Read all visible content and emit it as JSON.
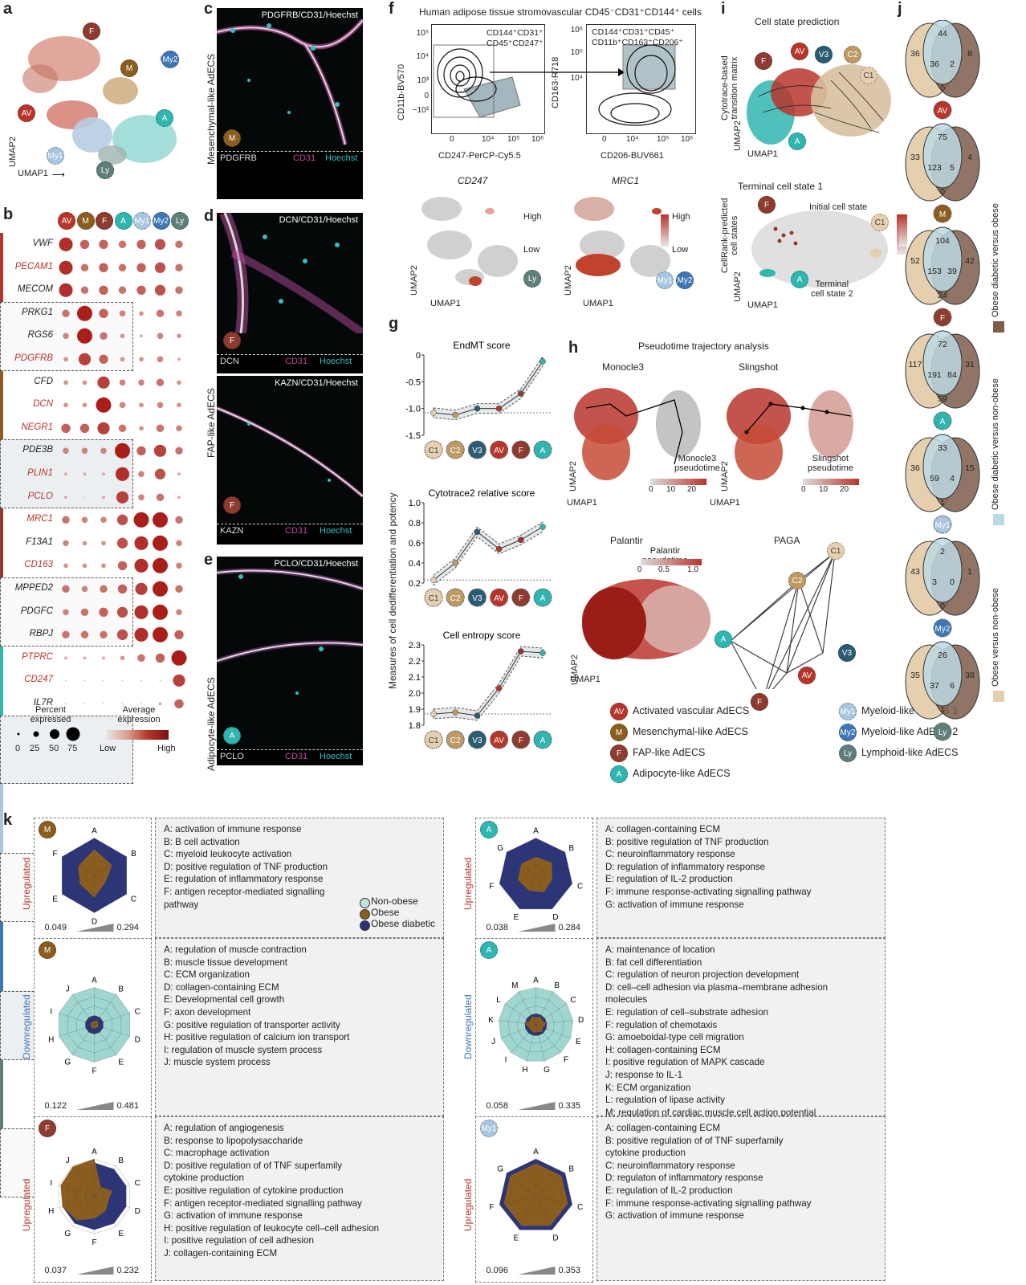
{
  "colors": {
    "AV": "#b8352b",
    "M": "#8b5e1f",
    "F": "#8e3b30",
    "A": "#2fb6b0",
    "My1": "#a8c6df",
    "My2": "#3f76b6",
    "Ly": "#5e7f7c",
    "C1": "#e5cfae",
    "C2": "#bf9a64",
    "V3": "#2c5c74"
  },
  "panel_labels": [
    "a",
    "b",
    "c",
    "d",
    "e",
    "f",
    "g",
    "h",
    "i",
    "j",
    "k"
  ],
  "panel_a": {
    "axis_x": "UMAP1",
    "axis_y": "UMAP2",
    "clusters": [
      "F",
      "M",
      "My2",
      "AV",
      "A",
      "My1",
      "Ly"
    ]
  },
  "panel_b": {
    "columns": [
      "AV",
      "M",
      "F",
      "A",
      "My1",
      "My2",
      "Ly"
    ],
    "genes": [
      "VWF",
      "PECAM1",
      "MECOM",
      "PRKG1",
      "RGS6",
      "PDGFRB",
      "CFD",
      "DCN",
      "NEGR1",
      "PDE3B",
      "PLIN1",
      "PCLO",
      "MRC1",
      "F13A1",
      "CD163",
      "MPPED2",
      "PDGFC",
      "RBPJ",
      "PTPRC",
      "CD247",
      "IL7R"
    ],
    "gene_red": [
      false,
      true,
      false,
      false,
      false,
      true,
      false,
      true,
      true,
      false,
      true,
      true,
      true,
      false,
      true,
      false,
      false,
      false,
      true,
      true,
      false
    ],
    "legend_percent_title": "Percent expressed",
    "legend_percent_ticks": [
      "0",
      "25",
      "50",
      "75"
    ],
    "legend_expr_title": "Average expression",
    "legend_low": "Low",
    "legend_high": "High"
  },
  "panel_c": {
    "title": "PDGFRB/CD31/Hoechst",
    "side": "Mesenchymal-like AdECS",
    "badge": "M",
    "sub": [
      "PDGFRB",
      "CD31",
      "Hoechst"
    ]
  },
  "panel_d": {
    "title1": "DCN/CD31/Hoechst",
    "title2": "KAZN/CD31/Hoechst",
    "side": "FAP-like AdECS",
    "badge": "F",
    "sub1": [
      "DCN",
      "CD31",
      "Hoechst"
    ],
    "sub2": [
      "KAZN",
      "CD31",
      "Hoechst"
    ]
  },
  "panel_e": {
    "title": "PCLO/CD31/Hoechst",
    "side": "Adipocyte-like AdECS",
    "badge": "A",
    "sub": [
      "PCLO",
      "CD31",
      "Hoechst"
    ]
  },
  "panel_f": {
    "title": "Human adipose tissue stromovascular CD45⁻CD31⁺CD144⁺ cells",
    "gate1": "CD144⁺CD31⁺\nCD45⁺CD247⁺",
    "gate2": "CD144⁺CD31⁺CD45⁺\nCD11b⁺CD163⁺CD206⁺",
    "xlabel1": "CD247-PerCP-Cy5.5",
    "ylabel1": "CD11b-BV570",
    "xlabel2": "CD206-BUV661",
    "ylabel2": "CD163-R718",
    "xticks1": [
      "0",
      "10⁴",
      "10⁵",
      "10⁶"
    ],
    "yticks1": [
      "10⁵",
      "10⁴",
      "10³",
      "0",
      "−10³"
    ],
    "xticks2": [
      "0",
      "10⁴",
      "10⁵",
      "10⁶"
    ],
    "yticks2": [
      "10⁶",
      "10⁵",
      "10⁴"
    ],
    "umap1_title": "CD247",
    "umap2_title": "MRC1",
    "high": "High",
    "low": "Low",
    "badges1": [
      "Ly"
    ],
    "badges2": [
      "My1",
      "My2"
    ]
  },
  "panel_g": {
    "ylabel": "Measures of cell dedifferentiation and potency",
    "states": [
      "C1",
      "C2",
      "V3",
      "AV",
      "F",
      "A"
    ],
    "chart_data": [
      {
        "type": "line",
        "title": "EndMT score",
        "x": [
          "C1",
          "C2",
          "V3",
          "AV",
          "F",
          "A"
        ],
        "values": [
          -1.08,
          -1.12,
          -1.0,
          -1.0,
          -0.72,
          -0.12
        ],
        "ylim": [
          -1.5,
          0
        ],
        "yticks": [
          "0",
          "-0.5",
          "-1.0",
          "-1.5"
        ]
      },
      {
        "type": "line",
        "title": "Cytotrace2 relative score",
        "x": [
          "C1",
          "C2",
          "V3",
          "AV",
          "F",
          "A"
        ],
        "values": [
          0.23,
          0.4,
          0.71,
          0.54,
          0.63,
          0.76
        ],
        "ylim": [
          0.2,
          1.0
        ],
        "yticks": [
          "1.0",
          "0.8",
          "0.6",
          "0.4",
          "0.2"
        ]
      },
      {
        "type": "line",
        "title": "Cell entropy score",
        "x": [
          "C1",
          "C2",
          "V3",
          "AV",
          "F",
          "A"
        ],
        "values": [
          1.87,
          1.88,
          1.86,
          2.03,
          2.26,
          2.25
        ],
        "ylim": [
          1.8,
          2.3
        ],
        "yticks": [
          "2.3",
          "2.2",
          "2.1",
          "2.0",
          "1.9",
          "1.8"
        ]
      }
    ]
  },
  "panel_h": {
    "title": "Pseudotime trajectory analysis",
    "sub": [
      "Monocle3",
      "Slingshot",
      "Palantir",
      "PAGA"
    ],
    "legend1": "Monocle3\npseudotime",
    "legend2": "Slingshot\npseudotime",
    "legend3": "Palantir\npseudotime",
    "ticks12": [
      "0",
      "10",
      "20"
    ],
    "ticks3": [
      "0",
      "0.5",
      "1.0"
    ],
    "paga_nodes": [
      "C1",
      "C2",
      "A",
      "V3",
      "AV",
      "F"
    ]
  },
  "cell_legend": [
    {
      "key": "AV",
      "label": "Activated vascular AdECS"
    },
    {
      "key": "M",
      "label": "Mesenchymal-like AdECS"
    },
    {
      "key": "F",
      "label": "FAP-like AdECS"
    },
    {
      "key": "A",
      "label": "Adipocyte-like AdECS"
    },
    {
      "key": "My1",
      "label": "Myeloid-like AdECS 1"
    },
    {
      "key": "My2",
      "label": "Myeloid-like AdECS 2"
    },
    {
      "key": "Ly",
      "label": "Lymphoid-like AdECS"
    }
  ],
  "panel_i": {
    "title1": "Cell state prediction",
    "ylabel1": "Cytotrace-based\ntransition matrix",
    "badges1": [
      "F",
      "AV",
      "V3",
      "C2",
      "C1",
      "A"
    ],
    "title2": "Terminal cell state 1",
    "ylabel2": "CellRank-predicted\ncell states",
    "initial": "Initial cell state",
    "terminal2": "Terminal\ncell state 2",
    "badges2": [
      "F",
      "C1",
      "A"
    ]
  },
  "panel_j": {
    "legend": [
      "Obese diabetic versus obese",
      "Obese diabetic versus non-obese",
      "Obese versus non-obese"
    ],
    "venns": [
      {
        "group": "AV",
        "n": [
          "36",
          "44",
          "8",
          "36",
          "2",
          "0"
        ]
      },
      {
        "group": "M",
        "n": [
          "33",
          "75",
          "4",
          "123",
          "5",
          "0"
        ]
      },
      {
        "group": "F",
        "n": [
          "52",
          "104",
          "42",
          "153",
          "39",
          "24"
        ]
      },
      {
        "group": "A",
        "n": [
          "117",
          "72",
          "31",
          "191",
          "84",
          "59"
        ]
      },
      {
        "group": "My1",
        "n": [
          "36",
          "33",
          "15",
          "59",
          "4",
          "1"
        ]
      },
      {
        "group": "My2",
        "n": [
          "43",
          "2",
          "1",
          "3",
          "0",
          "0"
        ]
      },
      {
        "group": "Ly",
        "n": [
          "35",
          "26",
          "38",
          "37",
          "6",
          "1"
        ]
      }
    ]
  },
  "panel_k": {
    "legend": [
      "Non-obese",
      "Obese",
      "Obese diabetic"
    ],
    "blocks": [
      {
        "badge": "M",
        "dir": "Upregulated",
        "min": "0.049",
        "max": "0.294",
        "axes": [
          "A",
          "B",
          "C",
          "D",
          "E",
          "F"
        ],
        "terms": [
          "A: activation of immune response",
          "B: B cell activation",
          "C: myeloid leukocyte activation",
          "D: positive regulation of TNF production",
          "E: regulation of inflammatory response",
          "F: antigen receptor-mediated signalling",
          "pathway"
        ]
      },
      {
        "badge": "A",
        "dir": "Upregulated",
        "min": "0.038",
        "max": "0.284",
        "axes": [
          "A",
          "B",
          "C",
          "D",
          "E",
          "F",
          "G"
        ],
        "terms": [
          "A: collagen-containing ECM",
          "B: positive regulation of TNF production",
          "C: neuroinflammatory response",
          "D: regulation of inflammatory response",
          "E: regulation of IL-2 production",
          "F: immune response-activating signalling pathway",
          "G: activation of immune response"
        ]
      },
      {
        "badge": "M",
        "dir": "Downregulated",
        "min": "0.122",
        "max": "0.481",
        "axes": [
          "A",
          "B",
          "C",
          "D",
          "E",
          "F",
          "G",
          "H",
          "I",
          "J"
        ],
        "terms": [
          "A: regulation of muscle contraction",
          "B: muscle tissue development",
          "C: ECM organization",
          "D: collagen-containing ECM",
          "E: Developmental cell growth",
          "F: axon development",
          "G: positive regulation of transporter activity",
          "H: positive regulation of calcium ion transport",
          "I: regulation of muscle system process",
          "J: muscle system process"
        ]
      },
      {
        "badge": "A",
        "dir": "Downregulated",
        "min": "0.058",
        "max": "0.335",
        "axes": [
          "A",
          "B",
          "C",
          "D",
          "E",
          "F",
          "G",
          "H",
          "I",
          "J",
          "K",
          "L",
          "M"
        ],
        "terms": [
          "A: maintenance of location",
          "B: fat cell differentiation",
          "C: regulation of neuron projection development",
          "D: cell–cell adhesion via plasma–membrane adhesion",
          "molecules",
          "E: regulation of cell–substrate adhesion",
          "F: regulation of chemotaxis",
          "G: amoeboidal-type cell migration",
          "H: collagen-containing ECM",
          "I: positive regulation of MAPK cascade",
          "J: response to IL-1",
          "K: ECM organization",
          "L: regulation of lipase activity",
          "M: regulation of cardiac muscle cell action potential"
        ]
      },
      {
        "badge": "F",
        "dir": "Upregulated",
        "min": "0.037",
        "max": "0.232",
        "axes": [
          "A",
          "B",
          "C",
          "D",
          "E",
          "F",
          "G",
          "H",
          "I",
          "J"
        ],
        "terms": [
          "A: regulation of angiogenesis",
          "B: response to lipopolysaccharide",
          "C: macrophage activation",
          "D: positive regulation of of TNF superfamily",
          "cytokine production",
          "E: positive regulation of cytokine production",
          "F: antigen receptor-mediated signalling pathway",
          "G: activation of immune response",
          "H: positive regulation of leukocyte cell–cell adhesion",
          "I: positive regulation of cell adhesion",
          "J: collagen-containing ECM"
        ]
      },
      {
        "badge": "My1",
        "dir": "Upregulated",
        "min": "0.096",
        "max": "0.353",
        "axes": [
          "A",
          "B",
          "C",
          "D",
          "E",
          "F",
          "G"
        ],
        "terms": [
          "A: collagen-containing ECM",
          "B: positive regulation of of TNF superfamily",
          "cytokine production",
          "C: neuroinflammatory response",
          "D: regulaton of inflammatory response",
          "E: regulation of IL-2 production",
          "F: immune response-activating signalling pathway",
          "G: activation of immune response"
        ]
      }
    ]
  }
}
